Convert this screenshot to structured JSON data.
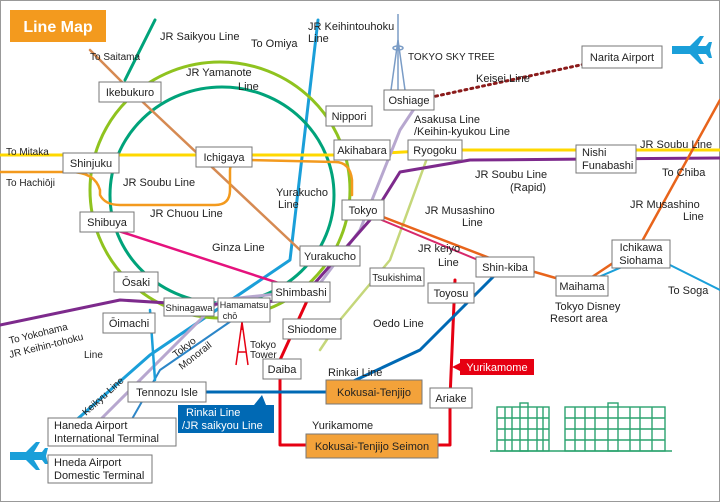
{
  "title": "Line Map",
  "stations": {
    "ikebukuro": "Ikebukuro",
    "shinjuku": "Shinjuku",
    "shibuya": "Shibuya",
    "osaki": "Ōsaki",
    "oimachi": "Ōimachi",
    "shinagawa": "Shinagawa",
    "hamamatsucho_1": "Hamamatsu",
    "hamamatsucho_2": "chō",
    "shimbashi": "Shimbashi",
    "shiodome": "Shiodome",
    "yurakucho": "Yurakucho",
    "tokyo": "Tokyo",
    "akihabara": "Akihabara",
    "ichigaya": "Ichigaya",
    "nippori": "Nippori",
    "oshiage": "Oshiage",
    "ryogoku": "Ryogoku",
    "narita": "Narita Airport",
    "nishifunabashi_1": "Nishi",
    "nishifunabashi_2": "Funabashi",
    "ichikawa_1": "Ichikawa",
    "ichikawa_2": "Siohama",
    "maihama": "Maihama",
    "shinkiba": "Shin-kiba",
    "tsukishima": "Tsukishima",
    "toyosu": "Toyosu",
    "ariake": "Ariake",
    "daiba": "Daiba",
    "kokusai_tenjijo": "Kokusai-Tenjijo",
    "kokusai_tenjijo_seimon": "Kokusai-Tenjijo Seimon",
    "tennozu": "Tennozu Isle",
    "haneda_intl_1": "Haneda Airport",
    "haneda_intl_2": "International Terminal",
    "haneda_dom_1": "Hneda Airport",
    "haneda_dom_2": "Domestic Terminal"
  },
  "labels": {
    "saikyou": "JR Saikyou Line",
    "keihintouhoku_1": "JR Keihintouhoku",
    "keihintouhoku_2": "Line",
    "to_omiya": "To Omiya",
    "to_saitama": "To Saitama",
    "yamanote_1": "JR Yamanote",
    "yamanote_2": "Line",
    "skytree": "TOKYO SKY TREE",
    "keisei": "Keisei Line",
    "asakusa_1": "Asakusa Line",
    "asakusa_2": "/Keihin-kyukou Line",
    "soubu_right": "JR Soubu Line",
    "to_chiba": "To Chiba",
    "soubu_rapid_1": "JR Soubu Line",
    "soubu_rapid_2": "(Rapid)",
    "musashino_right_1": "JR Musashino",
    "musashino_right_2": "Line",
    "musashino_mid_1": "JR Musashino",
    "musashino_mid_2": "Line",
    "keiyo_1": "JR keiyo",
    "keiyo_2": "Line",
    "to_soga": "To Soga",
    "disney_1": "Tokyo Disney",
    "disney_2": "Resort area",
    "to_mitaka": "To Mitaka",
    "to_hachioji": "To Hachiōji",
    "soubu_left": "JR Soubu Line",
    "chuou": "JR Chuou Line",
    "yurakucho_1": "Yurakucho",
    "yurakucho_2": "Line",
    "ginza": "Ginza Line",
    "oedo": "Oedo Line",
    "to_yokohama": "To Yokohama",
    "keihintohoku_low_1": "JR Keihin-tohoku",
    "keihintohoku_low_2": "Line",
    "keikyu": "Keikyu Line",
    "monorail_1": "Tokyo",
    "monorail_2": "Monorail",
    "tower_1": "Tokyo",
    "tower_2": "Tower",
    "rinkai": "Rinkai Line",
    "rinkai_box_1": "Rinkai Line",
    "rinkai_box_2": "/JR saikyou Line",
    "yurikamome_box": "Yurikamome",
    "yurikamome": "Yurikamome"
  },
  "colors": {
    "title_bg": "#f39a1e",
    "yamanote": "#8fc31f",
    "soubu": "#ffd800",
    "chuou": "#f39a1e",
    "saikyou": "#00a37a",
    "keihintouhoku": "#1a9fd9",
    "yurakucho_line": "#d68a52",
    "ginza_line": "#e5127d",
    "soubu_rapid": "#7d2a8c",
    "asakusa": "#b7a7cf",
    "musashino": "#e8641b",
    "keiyo": "#d7286a",
    "oedo": "#c5d77a",
    "keisei": "#8b1b1b",
    "yurikamome": "#e60012",
    "rinkai": "#0069b4",
    "monorail": "#2c86c8",
    "orange_box": "#f3a23a",
    "building": "#2ba36f"
  }
}
